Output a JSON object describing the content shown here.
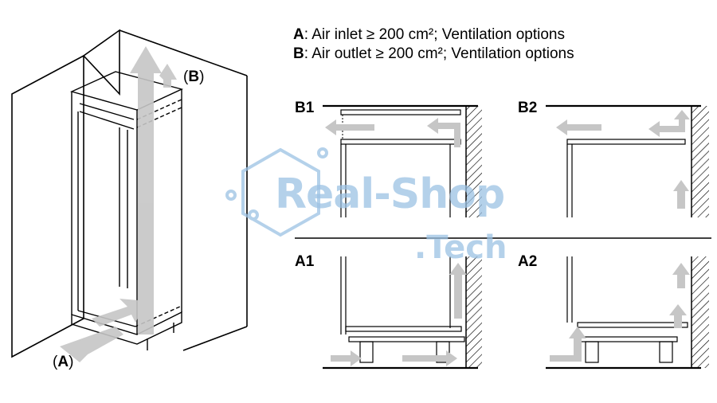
{
  "legend": {
    "a_key": "A",
    "a_text": ": Air inlet ≥ 200 cm²; Ventilation options",
    "b_key": "B",
    "b_text": ": Air outlet ≥ 200 cm²; Ventilation options"
  },
  "callouts": {
    "a_open": "(",
    "a_key": "A",
    "a_close": ")",
    "b_open": "(",
    "b_key": "B",
    "b_close": ")"
  },
  "panels": {
    "b1": "B1",
    "b2": "B2",
    "a1": "A1",
    "a2": "A2"
  },
  "watermark": {
    "line1": "Real-Shop",
    "line2": ".Tech"
  },
  "colors": {
    "arrow": "#c6c6c6",
    "line": "#000000",
    "watermark": "#9cc2e4"
  }
}
